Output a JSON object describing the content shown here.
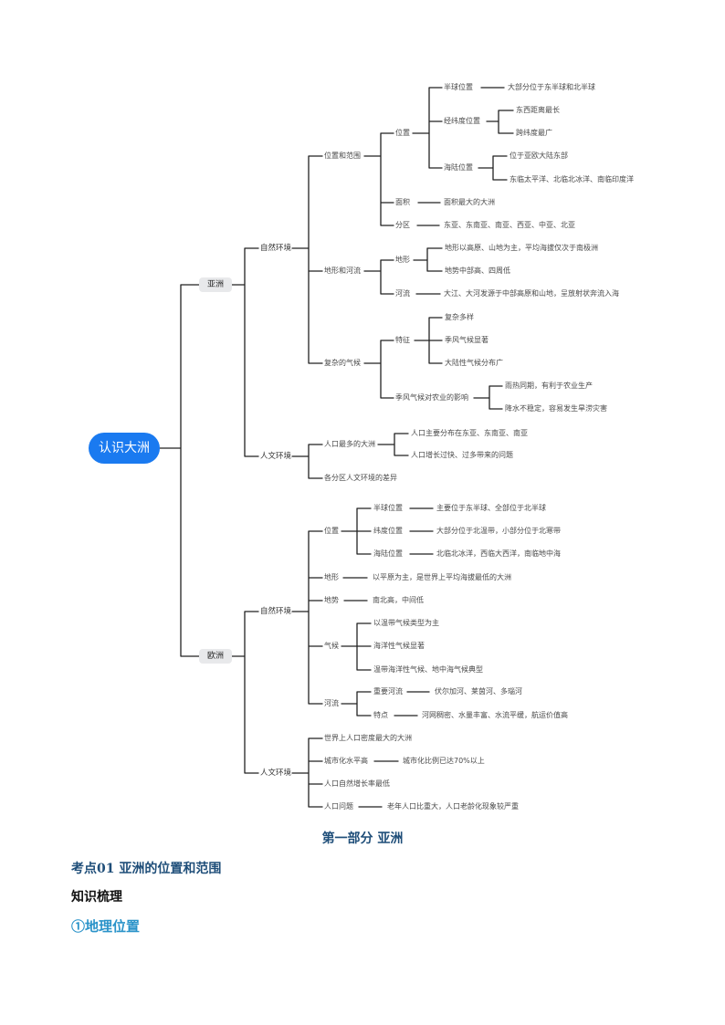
{
  "mindmap": {
    "root": "认识大洲",
    "asia": {
      "label": "亚洲",
      "natural": "自然环境",
      "human": "人文环境",
      "position_scope": "位置和范围",
      "position": "位置",
      "hemisphere": "半球位置",
      "hemisphere_desc": "大部分位于东半球和北半球",
      "latlon": "经纬度位置",
      "latlon_ew": "东西距离最长",
      "latlon_ns": "跨纬度最广",
      "landsea": "海陆位置",
      "landsea_1": "位于亚欧大陆东部",
      "landsea_2": "东临太平洋、北临北冰洋、南临印度洋",
      "area": "面积",
      "area_desc": "面积最大的大洲",
      "regions": "分区",
      "regions_desc": "东亚、东南亚、南亚、西亚、中亚、北亚",
      "terrain_rivers": "地形和河流",
      "terrain": "地形",
      "terrain_1": "地形以高原、山地为主，平均海拔仅次于南极洲",
      "terrain_2": "地势中部高、四周低",
      "rivers": "河流",
      "rivers_desc": "大江、大河发源于中部高原和山地，呈放射状奔流入海",
      "climate": "复杂的气候",
      "features": "特征",
      "feature_1": "复杂多样",
      "feature_2": "季风气候显著",
      "feature_3": "大陆性气候分布广",
      "monsoon_impact": "季风气候对农业的影响",
      "monsoon_1": "雨热同期，有利于农业生产",
      "monsoon_2": "降水不稳定，容易发生旱涝灾害",
      "most_pop": "人口最多的大洲",
      "pop_1": "人口主要分布在东亚、东南亚、南亚",
      "pop_2": "人口增长过快、过多带来的问题",
      "diff": "各分区人文环境的差异"
    },
    "europe": {
      "label": "欧洲",
      "natural": "自然环境",
      "human": "人文环境",
      "position": "位置",
      "hemisphere": "半球位置",
      "hemisphere_desc": "主要位于东半球、全部位于北半球",
      "latitude": "纬度位置",
      "latitude_desc": "大部分位于北温带，小部分位于北寒带",
      "landsea": "海陆位置",
      "landsea_desc": "北临北冰洋，西临大西洋，南临地中海",
      "terrain": "地形",
      "terrain_desc": "以平原为主，是世界上平均海拔最低的大洲",
      "slope": "地势",
      "slope_desc": "南北高，中间低",
      "climate": "气候",
      "climate_1": "以温带气候类型为主",
      "climate_2": "海洋性气候显著",
      "climate_3": "温带海洋性气候、地中海气候典型",
      "rivers": "河流",
      "major_rivers": "重要河流",
      "major_rivers_desc": "伏尔加河、莱茵河、多瑙河",
      "river_features": "特点",
      "river_features_desc": "河网稠密、水量丰富、水流平缓，航运价值高",
      "density": "世界上人口密度最大的大洲",
      "urban": "城市化水平高",
      "urban_desc": "城市化比例已达70%以上",
      "growth": "人口自然增长率最低",
      "pop_problem": "人口问题",
      "pop_problem_desc": "老年人口比重大，人口老龄化现象较严重"
    }
  },
  "section_title": "第一部分  亚洲",
  "kaodian": "考点01  亚洲的位置和范围",
  "zhishi": "知识梳理",
  "dili": "①地理位置",
  "colors": {
    "root_fill": "#1a7af0",
    "line": "#222222",
    "heading": "#1f4e79",
    "subheading": "#2a93c9"
  }
}
